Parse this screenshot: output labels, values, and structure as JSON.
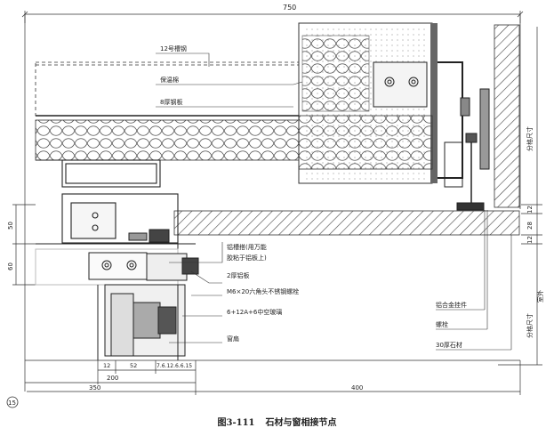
{
  "dimensions": {
    "top_total": "750",
    "bottom_left": "350",
    "bottom_right": "400",
    "sub_200": "200",
    "sub_12": "12",
    "sub_52": "52",
    "sub_small": "7.6.12.6.6.15",
    "left_50": "50",
    "left_60": "60",
    "right_12a": "12",
    "right_28": "28",
    "right_12b": "12"
  },
  "labels": {
    "channel_steel": "12号槽钢",
    "insulation": "保温棉",
    "steel_plate": "8厚钢板",
    "al_strip_line1": "铝槽搭(用万能",
    "al_strip_line2": "胶粘于铝板上)",
    "al_plate": "2厚铝板",
    "bolt": "M6×20六角头不锈钢螺栓",
    "glass": "6+12A+6中空玻璃",
    "window_frame": "窗扇",
    "pendant": "铝合金挂件",
    "screw": "螺栓",
    "stone": "30厚石材",
    "split_size_top": "分格尺寸",
    "split_size_bottom": "分格尺寸",
    "outdoor": "室外",
    "circle_no": "15"
  },
  "caption": {
    "figure_no": "图3-111",
    "title": "石材与窗相接节点"
  }
}
